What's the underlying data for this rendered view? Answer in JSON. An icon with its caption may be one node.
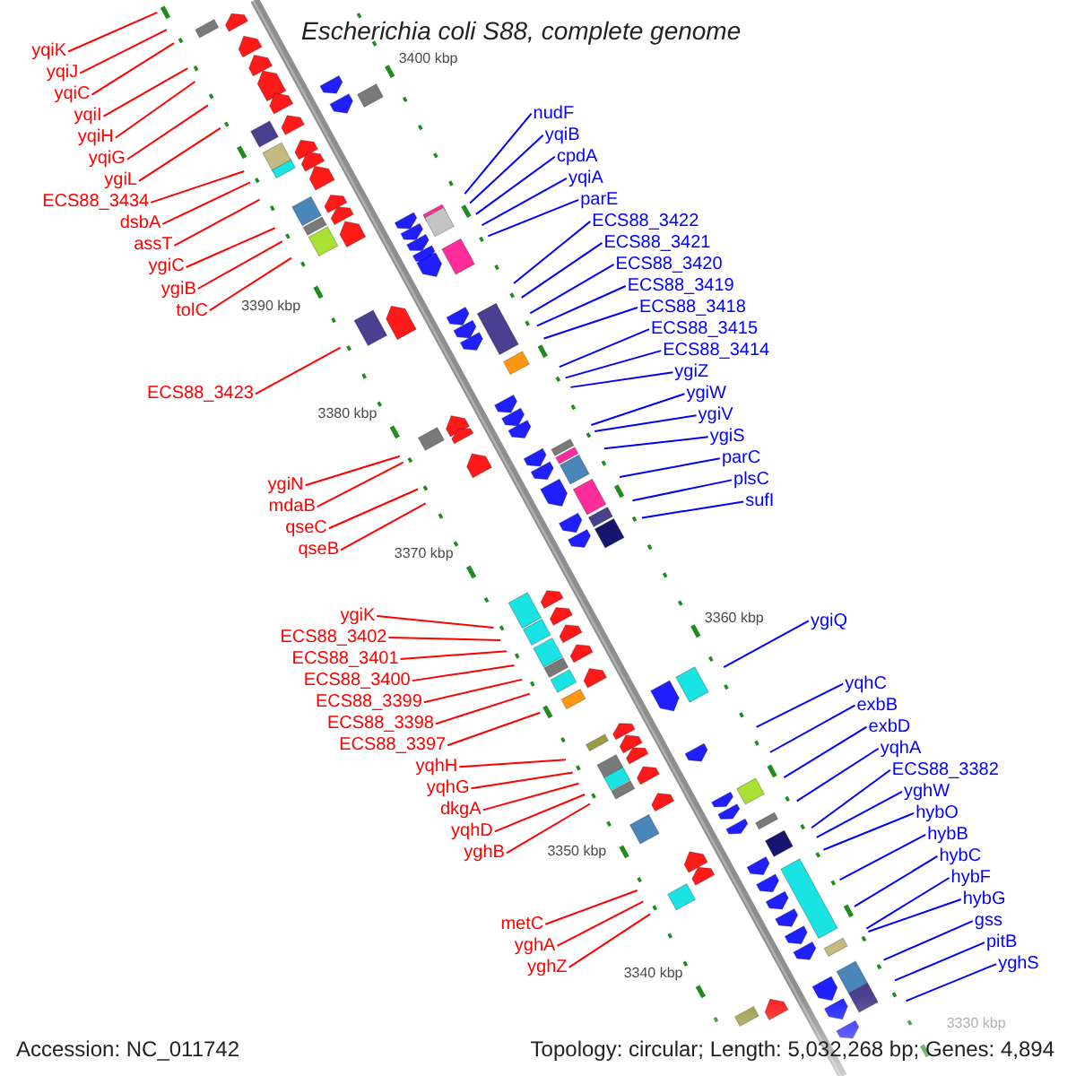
{
  "diagram": {
    "title": "Escherichia coli S88, complete genome",
    "nodes": [
      {
        "text": [
          "yqiK"
        ]
      },
      {
        "text": [
          "yqiJ"
        ]
      },
      {
        "text": [
          "yqiC"
        ]
      },
      {
        "text": [
          "yqiI"
        ]
      },
      {
        "text": [
          "yqiH"
        ]
      },
      {
        "text": [
          "yqiG"
        ]
      },
      {
        "text": [
          "ygiL"
        ]
      },
      {
        "text": [
          "ECS88_3434"
        ]
      },
      {
        "text": [
          "dsbA"
        ]
      },
      {
        "text": [
          "assT"
        ]
      },
      {
        "text": [
          "ygiC"
        ]
      },
      {
        "text": [
          "ygiB"
        ]
      },
      {
        "text": [
          "tolC"
        ]
      },
      {
        "text": [
          "ECS88_3423"
        ]
      },
      {
        "text": [
          "ygiN"
        ]
      },
      {
        "text": [
          "mdaB"
        ]
      },
      {
        "text": [
          "qseC"
        ]
      },
      {
        "text": [
          "qseB"
        ]
      },
      {
        "text": [
          "ygiK"
        ]
      },
      {
        "text": [
          "ECS88_3402"
        ]
      },
      {
        "text": [
          "ECS88_3401"
        ]
      },
      {
        "text": [
          "ECS88_3400"
        ]
      },
      {
        "text": [
          "ECS88_3399"
        ]
      },
      {
        "text": [
          "ECS88_3398"
        ]
      },
      {
        "text": [
          "ECS88_3397"
        ]
      },
      {
        "text": [
          "yqhH"
        ]
      },
      {
        "text": [
          "yqhG"
        ]
      },
      {
        "text": [
          "dkgA"
        ]
      },
      {
        "text": [
          "yqhD"
        ]
      },
      {
        "text": [
          "yghB"
        ]
      },
      {
        "text": [
          "metC"
        ]
      },
      {
        "text": [
          "yghA"
        ]
      },
      {
        "text": [
          "yghZ"
        ]
      },
      {
        "text": [
          "nudF"
        ]
      },
      {
        "text": [
          "yqiB"
        ]
      },
      {
        "text": [
          "cpdA"
        ]
      },
      {
        "text": [
          "yqiA"
        ]
      },
      {
        "text": [
          "parE"
        ]
      },
      {
        "text": [
          "ECS88_3422"
        ]
      },
      {
        "text": [
          "ECS88_3421"
        ]
      },
      {
        "text": [
          "ECS88_3420"
        ]
      },
      {
        "text": [
          "ECS88_3419"
        ]
      },
      {
        "text": [
          "ECS88_3418"
        ]
      },
      {
        "text": [
          "ECS88_3415"
        ]
      },
      {
        "text": [
          "ECS88_3414"
        ]
      },
      {
        "text": [
          "ygiZ"
        ]
      },
      {
        "text": [
          "ygiW"
        ]
      },
      {
        "text": [
          "ygiV"
        ]
      },
      {
        "text": [
          "ygiS"
        ]
      },
      {
        "text": [
          "parC"
        ]
      },
      {
        "text": [
          "plsC"
        ]
      },
      {
        "text": [
          "sufI"
        ]
      },
      {
        "text": [
          "ygiQ"
        ]
      },
      {
        "text": [
          "yqhC"
        ]
      },
      {
        "text": [
          "exbB"
        ]
      },
      {
        "text": [
          "exbD"
        ]
      },
      {
        "text": [
          "yqhA"
        ]
      },
      {
        "text": [
          "ECS88_3382"
        ]
      },
      {
        "text": [
          "yghW"
        ]
      },
      {
        "text": [
          "hybO"
        ]
      },
      {
        "text": [
          "hybB"
        ]
      },
      {
        "text": [
          "hybC"
        ]
      },
      {
        "text": [
          "hybF"
        ]
      },
      {
        "text": [
          "hybG"
        ]
      },
      {
        "text": [
          "gss"
        ]
      },
      {
        "text": [
          "pitB"
        ]
      },
      {
        "text": [
          "yghS"
        ]
      }
    ],
    "edges": [
      {
        "from": 0,
        "to": null,
        "arrow": "none",
        "color": "#ff0000"
      },
      {
        "from": 1,
        "to": null,
        "arrow": "none",
        "color": "#ff0000"
      },
      {
        "from": 2,
        "to": null,
        "arrow": "none",
        "color": "#ff0000"
      },
      {
        "from": 3,
        "to": null,
        "arrow": "none",
        "color": "#ff0000"
      },
      {
        "from": 4,
        "to": null,
        "arrow": "none",
        "color": "#ff0000"
      },
      {
        "from": 5,
        "to": null,
        "arrow": "none",
        "color": "#ff0000"
      },
      {
        "from": 6,
        "to": null,
        "arrow": "none",
        "color": "#ff0000"
      },
      {
        "from": 7,
        "to": null,
        "arrow": "none",
        "color": "#ff0000"
      },
      {
        "from": 8,
        "to": null,
        "arrow": "none",
        "color": "#ff0000"
      },
      {
        "from": 9,
        "to": null,
        "arrow": "none",
        "color": "#ff0000"
      },
      {
        "from": 10,
        "to": null,
        "arrow": "none",
        "color": "#ff0000"
      },
      {
        "from": 11,
        "to": null,
        "arrow": "none",
        "color": "#ff0000"
      },
      {
        "from": 12,
        "to": null,
        "arrow": "none",
        "color": "#ff0000"
      },
      {
        "from": 13,
        "to": null,
        "arrow": "none",
        "color": "#ff0000"
      },
      {
        "from": 14,
        "to": null,
        "arrow": "none",
        "color": "#ff0000"
      },
      {
        "from": 15,
        "to": null,
        "arrow": "none",
        "color": "#ff0000"
      },
      {
        "from": 16,
        "to": null,
        "arrow": "none",
        "color": "#ff0000"
      },
      {
        "from": 17,
        "to": null,
        "arrow": "none",
        "color": "#ff0000"
      },
      {
        "from": 18,
        "to": null,
        "arrow": "none",
        "color": "#ff0000"
      },
      {
        "from": 19,
        "to": null,
        "arrow": "none",
        "color": "#ff0000"
      },
      {
        "from": 20,
        "to": null,
        "arrow": "none",
        "color": "#ff0000"
      },
      {
        "from": 21,
        "to": null,
        "arrow": "none",
        "color": "#ff0000"
      },
      {
        "from": 22,
        "to": null,
        "arrow": "none",
        "color": "#ff0000"
      },
      {
        "from": 23,
        "to": null,
        "arrow": "none",
        "color": "#ff0000"
      },
      {
        "from": 24,
        "to": null,
        "arrow": "none",
        "color": "#ff0000"
      },
      {
        "from": 25,
        "to": null,
        "arrow": "none",
        "color": "#ff0000"
      },
      {
        "from": 26,
        "to": null,
        "arrow": "none",
        "color": "#ff0000"
      },
      {
        "from": 27,
        "to": null,
        "arrow": "none",
        "color": "#ff0000"
      },
      {
        "from": 28,
        "to": null,
        "arrow": "none",
        "color": "#ff0000"
      },
      {
        "from": 29,
        "to": null,
        "arrow": "none",
        "color": "#ff0000"
      },
      {
        "from": 30,
        "to": null,
        "arrow": "none",
        "color": "#ff0000"
      },
      {
        "from": 31,
        "to": null,
        "arrow": "none",
        "color": "#ff0000"
      },
      {
        "from": 32,
        "to": null,
        "arrow": "none",
        "color": "#ff0000"
      },
      {
        "from": 33,
        "to": null,
        "arrow": "none"
      },
      {
        "from": 34,
        "to": null,
        "arrow": "none"
      },
      {
        "from": 35,
        "to": null,
        "arrow": "none"
      },
      {
        "from": 36,
        "to": null,
        "arrow": "none"
      },
      {
        "from": 37,
        "to": null,
        "arrow": "none"
      },
      {
        "from": 38,
        "to": null,
        "arrow": "none"
      },
      {
        "from": 39,
        "to": null,
        "arrow": "none"
      },
      {
        "from": 40,
        "to": null,
        "arrow": "none"
      },
      {
        "from": 41,
        "to": null,
        "arrow": "none"
      },
      {
        "from": 42,
        "to": null,
        "arrow": "none"
      },
      {
        "from": 43,
        "to": null,
        "arrow": "none"
      },
      {
        "from": 44,
        "to": null,
        "arrow": "none"
      },
      {
        "from": 45,
        "to": null,
        "arrow": "none"
      },
      {
        "from": 46,
        "to": null,
        "arrow": "none"
      },
      {
        "from": 47,
        "to": null,
        "arrow": "none"
      },
      {
        "from": 48,
        "to": null,
        "arrow": "none"
      },
      {
        "from": 49,
        "to": null,
        "arrow": "none"
      },
      {
        "from": 50,
        "to": null,
        "arrow": "none"
      },
      {
        "from": 51,
        "to": null,
        "arrow": "none"
      },
      {
        "from": 52,
        "to": null,
        "arrow": "none"
      },
      {
        "from": 53,
        "to": null,
        "arrow": "none"
      },
      {
        "from": 54,
        "to": null,
        "arrow": "none"
      },
      {
        "from": 55,
        "to": null,
        "arrow": "none"
      },
      {
        "from": 56,
        "to": null,
        "arrow": "none"
      },
      {
        "from": 57,
        "to": null,
        "arrow": "none"
      },
      {
        "from": 58,
        "to": null,
        "arrow": "none"
      },
      {
        "from": 59,
        "to": null,
        "arrow": "none"
      },
      {
        "from": 60,
        "to": null,
        "arrow": "none"
      },
      {
        "from": 61,
        "to": null,
        "arrow": "none"
      },
      {
        "from": 62,
        "to": null,
        "arrow": "none"
      },
      {
        "from": 63,
        "to": null,
        "arrow": "none"
      },
      {
        "from": 64,
        "to": null,
        "arrow": "none"
      },
      {
        "from": 65,
        "to": null,
        "arrow": "none"
      },
      {
        "from": 66,
        "to": null,
        "arrow": "none"
      }
    ],
    "labels": [
      "3400 kbp",
      "3390 kbp",
      "3380 kbp",
      "3370 kbp",
      "3360 kbp",
      "3350 kbp",
      "3340 kbp",
      "3330 kbp",
      "Accession: NC_011742",
      "Topology: circular; Length: 5,032,268 bp; Genes: 4,894"
    ]
  }
}
